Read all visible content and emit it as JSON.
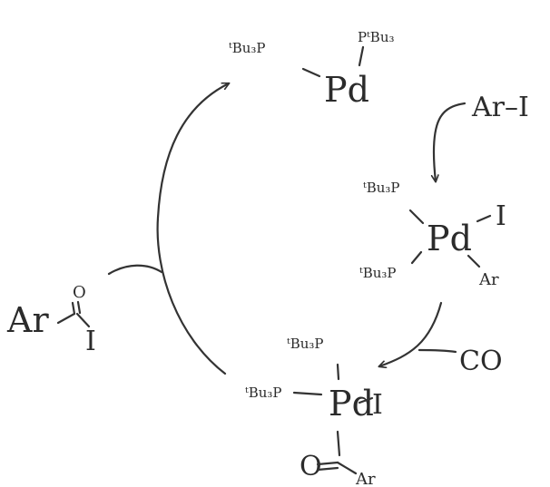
{
  "top_complex": {
    "metal": "Pd",
    "ligand_left": "ᵗBu₃P",
    "ligand_top": "PᵗBu₃"
  },
  "oxidative_addition": {
    "reagent": "Ar–I"
  },
  "middle_complex": {
    "metal": "Pd",
    "ligand_upper_left": "ᵗBu₃P",
    "ligand_lower_left": "ᵗBu₃P",
    "ligand_upper_right": "I",
    "ligand_lower_right": "Ar"
  },
  "co_insertion": {
    "reagent": "CO"
  },
  "bottom_complex": {
    "metal": "Pd",
    "ligand_top": "ᵗBu₃P",
    "ligand_left": "ᵗBu₃P",
    "ligand_right": "I",
    "acyl_o": "O",
    "acyl_ar": "Ar"
  },
  "product": {
    "ar": "Ar",
    "o": "O",
    "i": "I"
  }
}
